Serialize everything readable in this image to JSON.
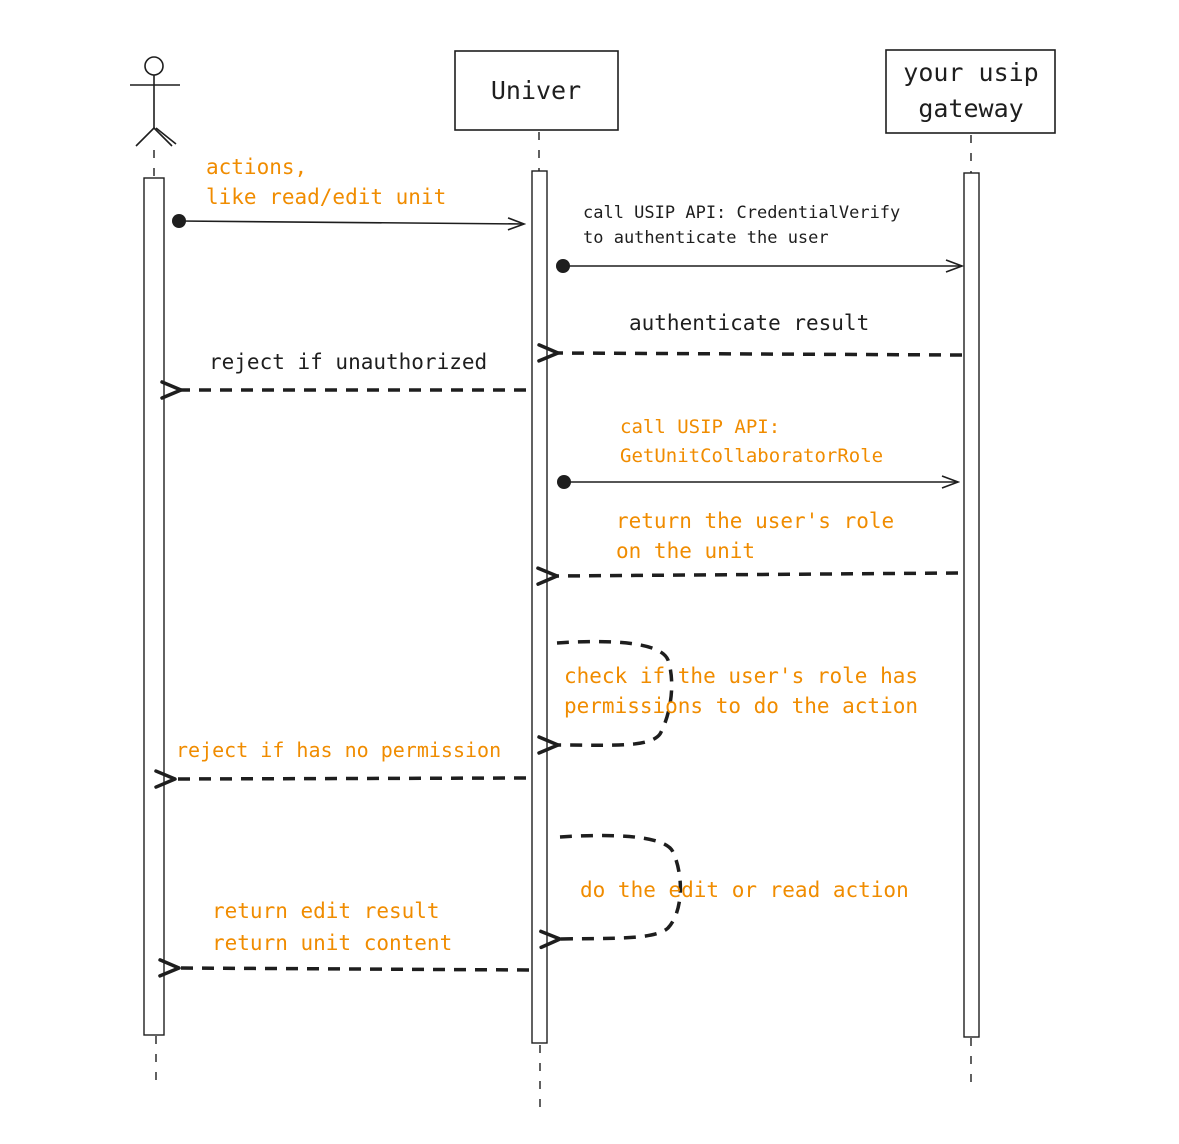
{
  "participants": {
    "actor": "",
    "univer": "Univer",
    "gateway_line1": "your usip",
    "gateway_line2": "gateway"
  },
  "messages": {
    "m1_line1": "actions,",
    "m1_line2": "like read/edit unit",
    "m2_line1": "call USIP API: CredentialVerify",
    "m2_line2": "to authenticate the user",
    "m3": "authenticate result",
    "m4": "reject if unauthorized",
    "m5_line1": "call USIP API:",
    "m5_line2": "GetUnitCollaboratorRole",
    "m6_line1": "return the user's role",
    "m6_line2": "on the unit",
    "m7_line1": "check if the user's role has",
    "m7_line2": "permissions to do the action",
    "m8": "reject if has no permission",
    "m9": "do the edit or read action",
    "m10_line1": "return edit result",
    "m10_line2": "return unit content"
  },
  "colors": {
    "stroke": "#1e1e1e",
    "highlight_text": "#f08c00"
  }
}
